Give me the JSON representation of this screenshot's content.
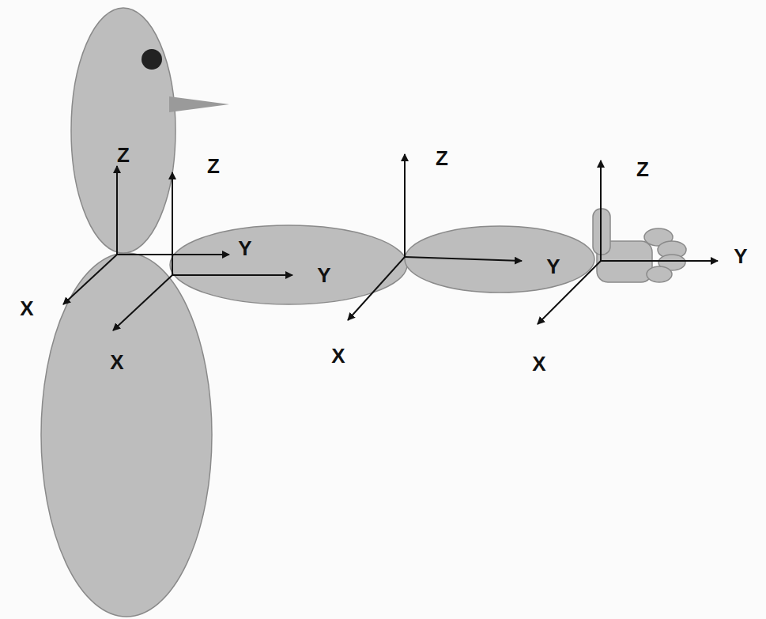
{
  "diagram": {
    "labels": [
      "Z",
      "Y",
      "X",
      "Z",
      "Y",
      "X",
      "Z",
      "Y",
      "X",
      "Z",
      "Y",
      "X"
    ]
  }
}
